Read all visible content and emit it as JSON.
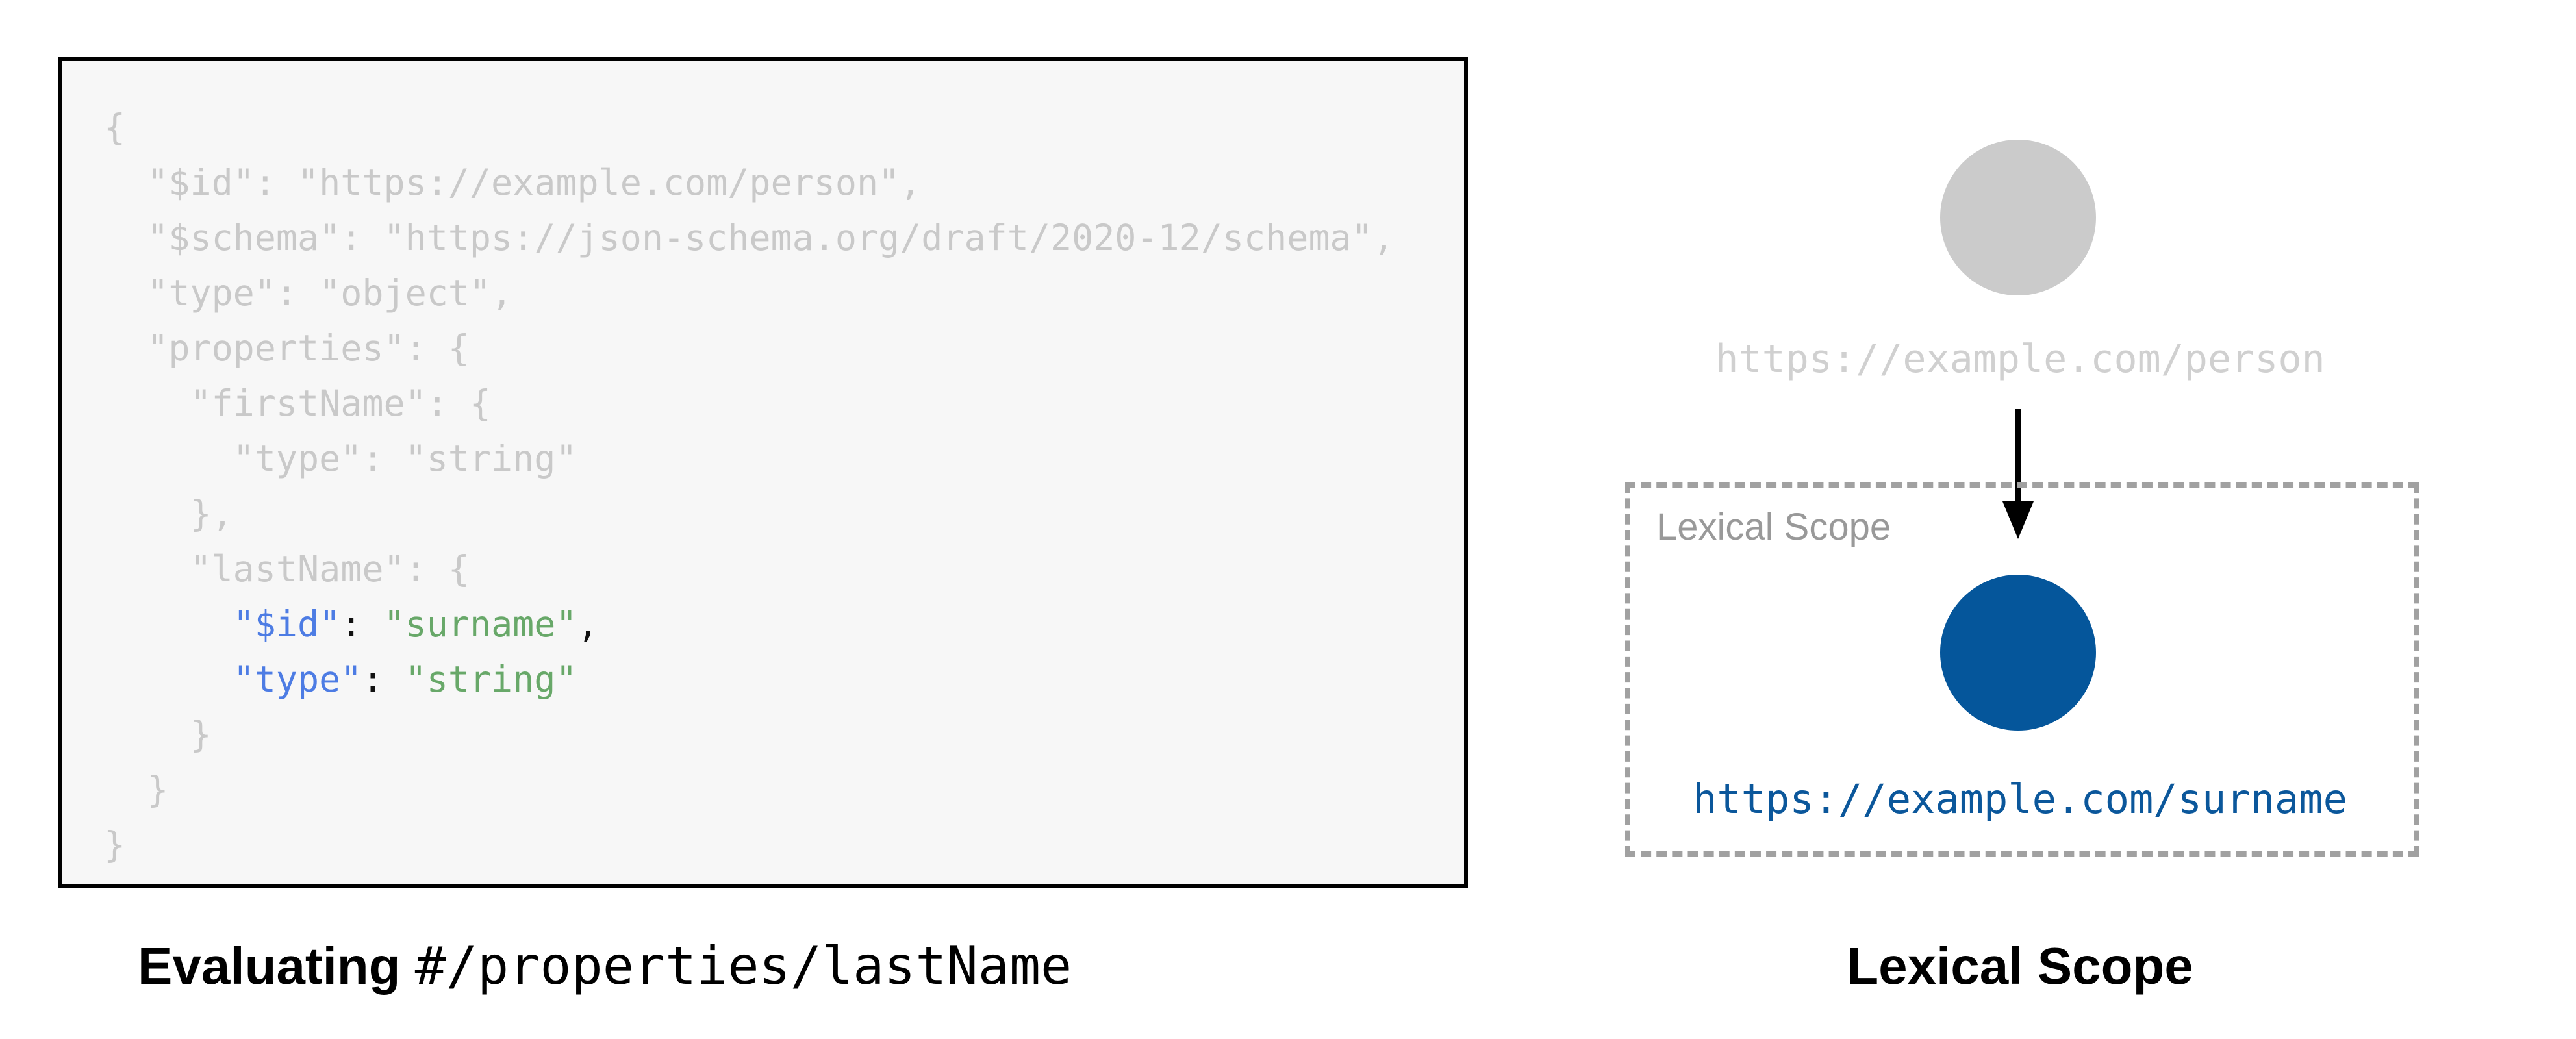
{
  "left_panel": {
    "caption_bold": "Evaluating ",
    "caption_mono": "#/properties/lastName",
    "code_lines": [
      [
        {
          "text": "{",
          "color": "muted"
        }
      ],
      [
        {
          "text": "  \"$id\": \"https://example.com/person\",",
          "color": "muted"
        }
      ],
      [
        {
          "text": "  \"$schema\": \"https://json-schema.org/draft/2020-12/schema\",",
          "color": "muted"
        }
      ],
      [
        {
          "text": "  \"type\": \"object\",",
          "color": "muted"
        }
      ],
      [
        {
          "text": "  \"properties\": {",
          "color": "muted"
        }
      ],
      [
        {
          "text": "    \"firstName\": {",
          "color": "muted"
        }
      ],
      [
        {
          "text": "      \"type\": \"string\"",
          "color": "muted"
        }
      ],
      [
        {
          "text": "    },",
          "color": "muted"
        }
      ],
      [
        {
          "text": "    \"lastName\": {",
          "color": "muted"
        }
      ],
      [
        {
          "text": "      ",
          "color": "muted"
        },
        {
          "text": "\"$id\"",
          "color": "key"
        },
        {
          "text": ": ",
          "color": "punct"
        },
        {
          "text": "\"surname\"",
          "color": "str"
        },
        {
          "text": ",",
          "color": "punct"
        }
      ],
      [
        {
          "text": "      ",
          "color": "muted"
        },
        {
          "text": "\"type\"",
          "color": "key"
        },
        {
          "text": ": ",
          "color": "punct"
        },
        {
          "text": "\"string\"",
          "color": "str"
        }
      ],
      [
        {
          "text": "    }",
          "color": "muted"
        }
      ],
      [
        {
          "text": "  }",
          "color": "muted"
        }
      ],
      [
        {
          "text": "}",
          "color": "muted"
        }
      ]
    ]
  },
  "right_panel": {
    "parent_node_label": "https://example.com/person",
    "scope_box_label": "Lexical Scope",
    "child_node_label": "https://example.com/surname",
    "caption": "Lexical Scope"
  },
  "colors": {
    "panel_background": "#f7f7f7",
    "panel_border": "#000000",
    "muted_code": "#c9c9c9",
    "key_blue": "#4d7ce4",
    "string_green": "#68a869",
    "parent_circle_gray": "#cbcbcb",
    "child_circle_blue": "#05569b",
    "child_label_blue": "#0b579b",
    "dashed_border_gray": "#a1a1a1",
    "scope_label_gray": "#999999"
  }
}
